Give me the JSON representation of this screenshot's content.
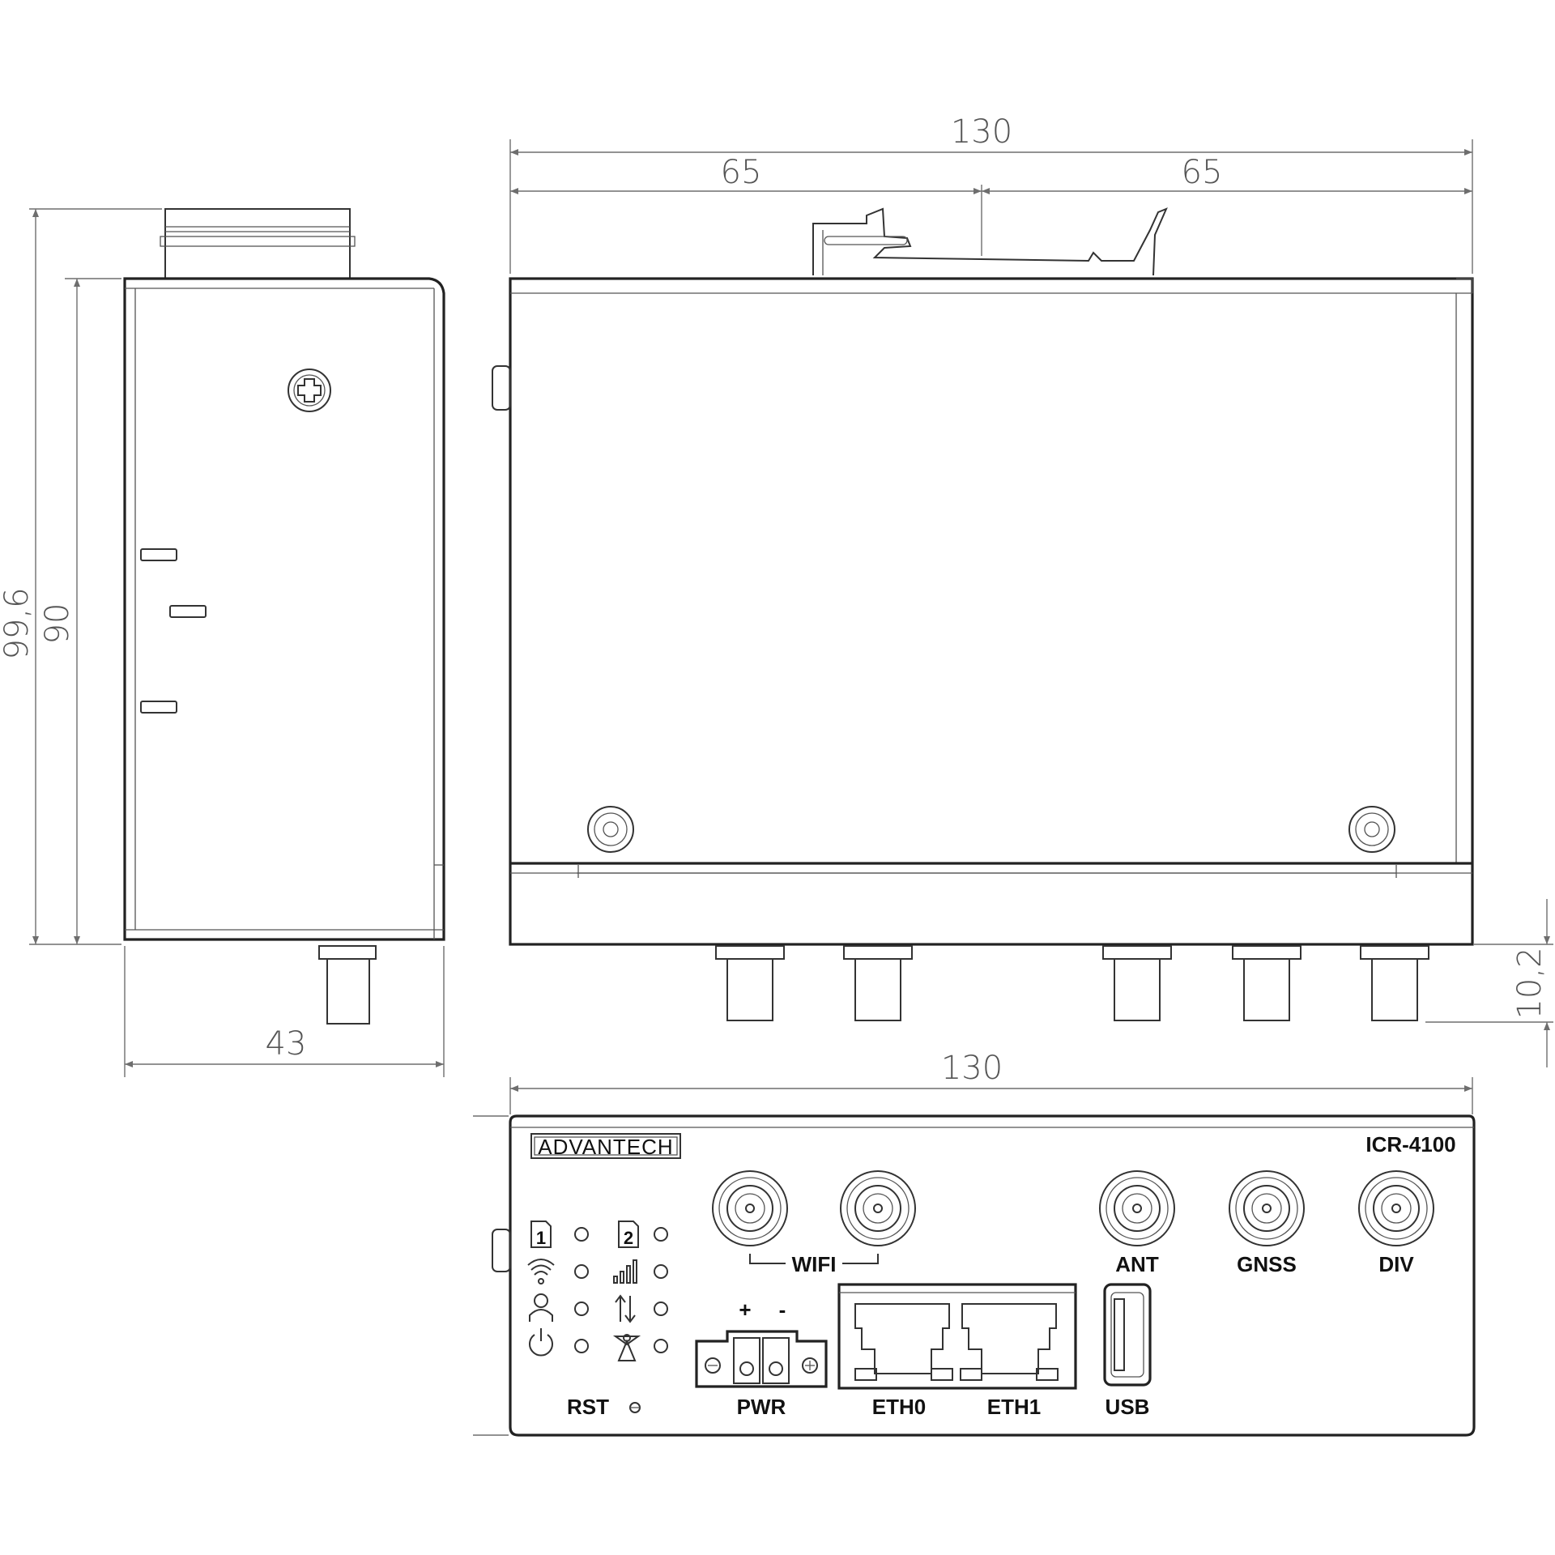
{
  "dimensions": {
    "total_width_top": "130",
    "half_left": "65",
    "half_right": "65",
    "total_height": "99,6",
    "body_height": "90",
    "side_depth": "43",
    "connector_length": "10,2",
    "total_width_front": "130"
  },
  "front_panel": {
    "brand": "ADVANTECH",
    "model": "ICR-4100",
    "wifi_label": "WIFI",
    "ant_label": "ANT",
    "gnss_label": "GNSS",
    "div_label": "DIV",
    "pwr_label": "PWR",
    "plus": "+",
    "minus": "-",
    "eth0_label": "ETH0",
    "eth1_label": "ETH1",
    "usb_label": "USB",
    "rst_label": "RST",
    "sim1": "1",
    "sim2": "2"
  },
  "icons": [
    "sim-1-icon",
    "sim-2-icon",
    "wifi-icon",
    "signal-bars-icon",
    "user-icon",
    "data-transfer-icon",
    "power-icon",
    "antenna-icon",
    "screw-icon",
    "led-icon"
  ]
}
